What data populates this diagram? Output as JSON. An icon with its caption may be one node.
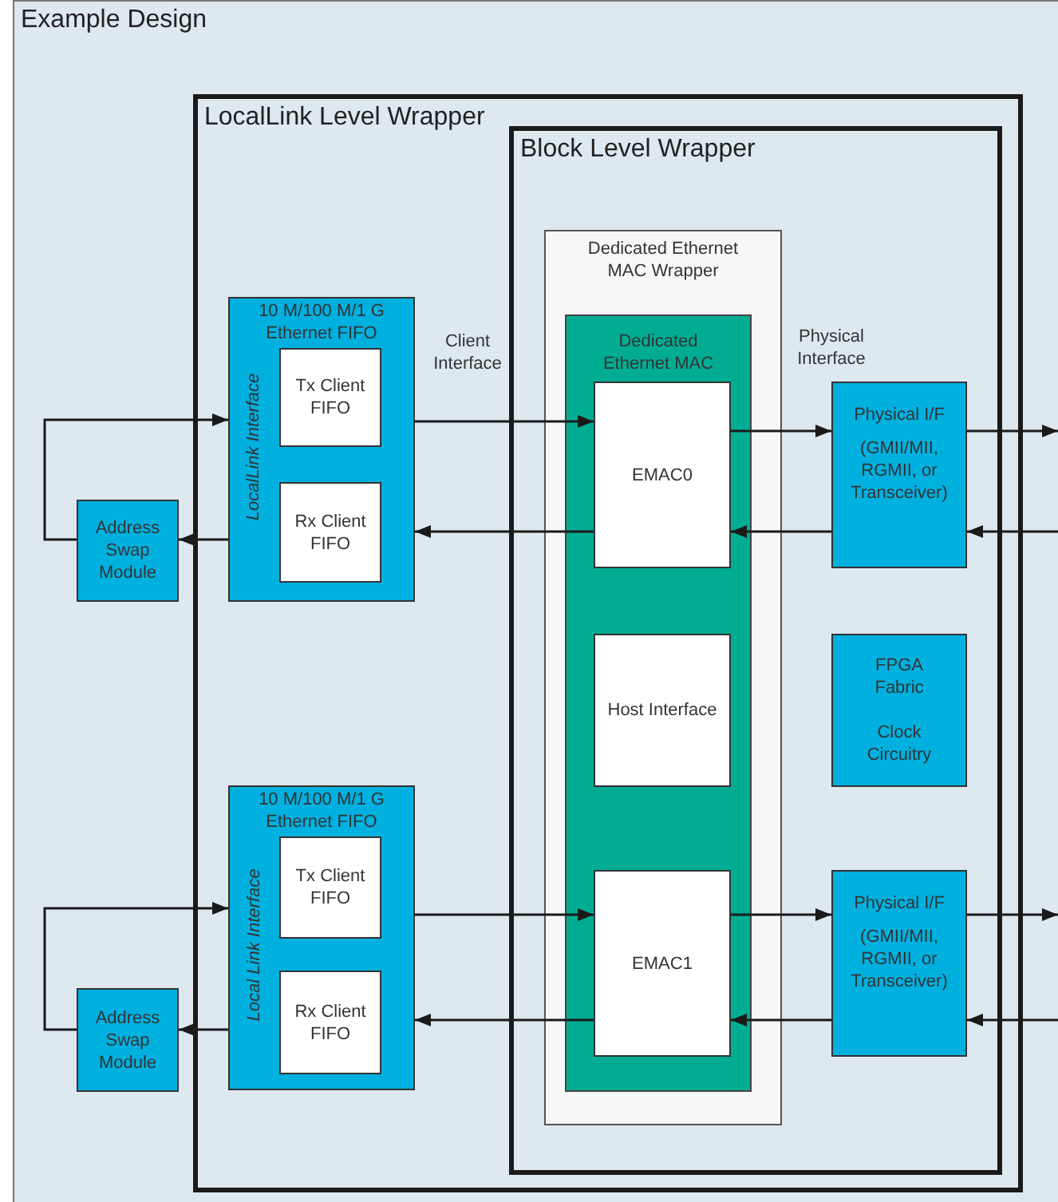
{
  "diagram": {
    "nodes": [
      {
        "text": [
          "Example Design"
        ]
      },
      {
        "text": [
          "LocalLink Level Wrapper"
        ],
        "in": 0
      },
      {
        "text": [
          "Block Level Wrapper"
        ],
        "in": 1
      },
      {
        "text": [
          "Dedicated Ethernet MAC Wrapper"
        ],
        "in": 2
      },
      {
        "text": [
          "Dedicated Ethernet MAC"
        ],
        "in": 3
      },
      {
        "text": [
          "EMAC0"
        ],
        "in": 4
      },
      {
        "text": [
          "Host Interface"
        ],
        "in": 4
      },
      {
        "text": [
          "EMAC1"
        ],
        "in": 4
      },
      {
        "text": [
          "10 M/100 M/1 G Ethernet FIFO",
          "LocalLink Interface"
        ],
        "in": 1
      },
      {
        "text": [
          "Tx Client FIFO"
        ],
        "in": 8
      },
      {
        "text": [
          "Rx Client FIFO"
        ],
        "in": 8
      },
      {
        "text": [
          "Address Swap Module"
        ],
        "in": 0
      },
      {
        "text": [
          "10 M/100 M/1 G Ethernet FIFO",
          "Local Link Interface"
        ],
        "in": 1
      },
      {
        "text": [
          "Tx Client FIFO"
        ],
        "in": 12
      },
      {
        "text": [
          "Rx Client FIFO"
        ],
        "in": 12
      },
      {
        "text": [
          "Address Swap Module"
        ],
        "in": 0
      },
      {
        "text": [
          "Physical I/F",
          "(GMII/MII, RGMII, or Transceiver)"
        ],
        "in": 2
      },
      {
        "text": [
          "FPGA Fabric",
          "Clock Circuitry"
        ],
        "in": 2
      },
      {
        "text": [
          "Physical I/F",
          "(GMII/MII, RGMII, or Transceiver)"
        ],
        "in": 2
      }
    ],
    "edges": [
      {
        "from": 11,
        "to": 8,
        "arrow": "to"
      },
      {
        "from": 8,
        "to": 11,
        "arrow": "to"
      },
      {
        "from": 8,
        "to": 5,
        "arrow": "to"
      },
      {
        "from": 5,
        "to": 8,
        "arrow": "to"
      },
      {
        "from": 5,
        "to": 16,
        "arrow": "to"
      },
      {
        "from": 16,
        "to": 5,
        "arrow": "to"
      },
      {
        "from": 16,
        "to": null,
        "arrow": "to"
      },
      {
        "from": null,
        "to": 16,
        "arrow": "to"
      },
      {
        "from": 15,
        "to": 12,
        "arrow": "to"
      },
      {
        "from": 12,
        "to": 15,
        "arrow": "to"
      },
      {
        "from": 12,
        "to": 7,
        "arrow": "to"
      },
      {
        "from": 7,
        "to": 12,
        "arrow": "to"
      },
      {
        "from": 7,
        "to": 18,
        "arrow": "to"
      },
      {
        "from": 18,
        "to": 7,
        "arrow": "to"
      },
      {
        "from": 18,
        "to": null,
        "arrow": "to"
      },
      {
        "from": null,
        "to": 18,
        "arrow": "to"
      }
    ],
    "labels": [
      "Client Interface",
      "Physical Interface"
    ]
  }
}
